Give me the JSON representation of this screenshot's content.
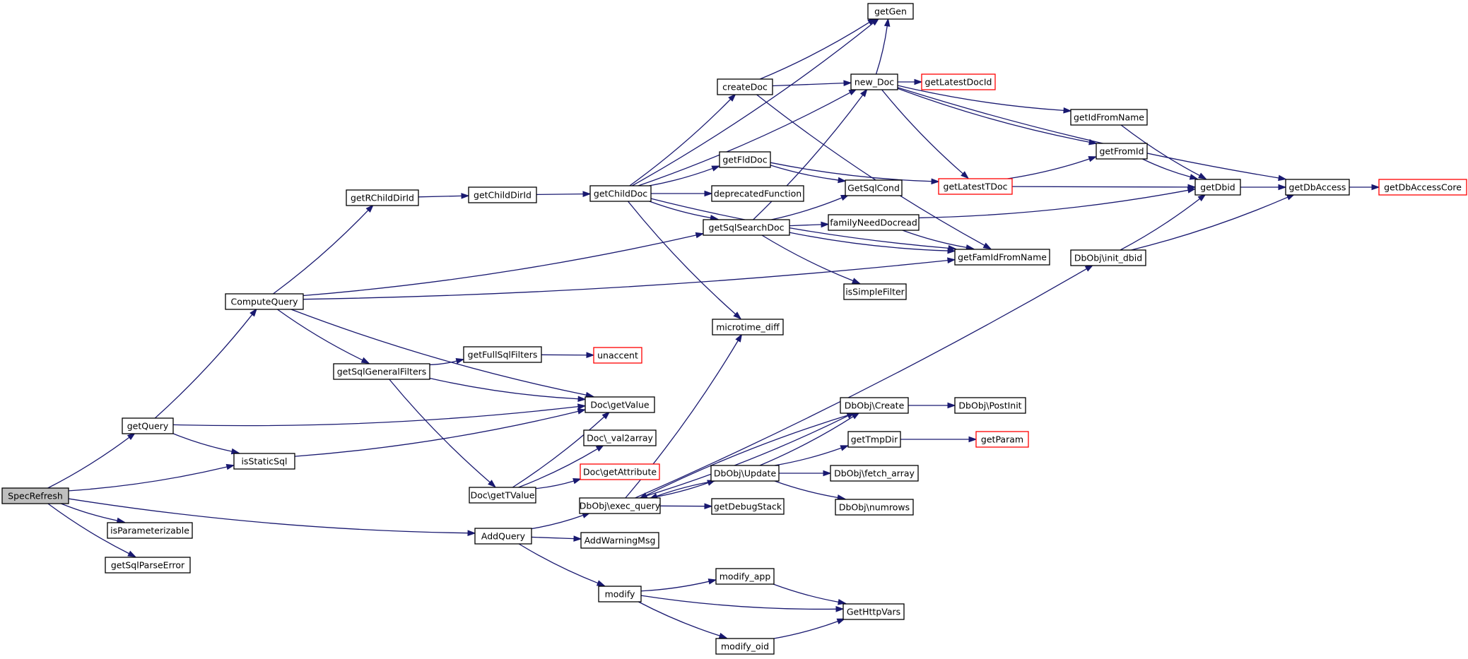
{
  "colors": {
    "edge": "#191970",
    "node_border": "#000000",
    "external_border": "#ff0000",
    "root_fill": "#bfbfbf"
  },
  "nodes": [
    {
      "id": "SpecRefresh",
      "label": "SpecRefresh",
      "root": true
    },
    {
      "id": "getQuery",
      "label": "getQuery"
    },
    {
      "id": "isStaticSql",
      "label": "isStaticSql"
    },
    {
      "id": "isParameterizable",
      "label": "isParameterizable"
    },
    {
      "id": "getSqlParseError",
      "label": "getSqlParseError"
    },
    {
      "id": "AddQuery",
      "label": "AddQuery"
    },
    {
      "id": "ComputeQuery",
      "label": "ComputeQuery"
    },
    {
      "id": "getRChildDirId",
      "label": "getRChildDirId"
    },
    {
      "id": "getChildDirId",
      "label": "getChildDirId"
    },
    {
      "id": "getChildDoc",
      "label": "getChildDoc"
    },
    {
      "id": "createDoc",
      "label": "createDoc"
    },
    {
      "id": "getFldDoc",
      "label": "getFldDoc"
    },
    {
      "id": "deprecatedFunction",
      "label": "deprecatedFunction"
    },
    {
      "id": "getSqlSearchDoc",
      "label": "getSqlSearchDoc"
    },
    {
      "id": "microtime_diff",
      "label": "microtime_diff"
    },
    {
      "id": "getGen",
      "label": "getGen"
    },
    {
      "id": "new_Doc",
      "label": "new_Doc"
    },
    {
      "id": "getLatestDocId",
      "label": "getLatestDocId",
      "external": true
    },
    {
      "id": "getIdFromName",
      "label": "getIdFromName"
    },
    {
      "id": "getFromId",
      "label": "getFromId"
    },
    {
      "id": "getLatestTDoc",
      "label": "getLatestTDoc",
      "external": true
    },
    {
      "id": "GetSqlCond",
      "label": "GetSqlCond"
    },
    {
      "id": "familyNeedDocread",
      "label": "familyNeedDocread"
    },
    {
      "id": "getFamIdFromName",
      "label": "getFamIdFromName"
    },
    {
      "id": "isSimpleFilter",
      "label": "isSimpleFilter"
    },
    {
      "id": "getDbid",
      "label": "getDbid"
    },
    {
      "id": "getDbAccess",
      "label": "getDbAccess"
    },
    {
      "id": "getDbAccessCore",
      "label": "getDbAccessCore",
      "external": true
    },
    {
      "id": "init_dbid",
      "label": "DbObj\\init_dbid"
    },
    {
      "id": "getSqlGeneralFilters",
      "label": "getSqlGeneralFilters"
    },
    {
      "id": "getFullSqlFilters",
      "label": "getFullSqlFilters"
    },
    {
      "id": "unaccent",
      "label": "unaccent",
      "external": true
    },
    {
      "id": "DocGetValue",
      "label": "Doc\\getValue"
    },
    {
      "id": "DocVal2array",
      "label": "Doc\\_val2array"
    },
    {
      "id": "DocGetAttribute",
      "label": "Doc\\getAttribute",
      "external": true
    },
    {
      "id": "DocGetTValue",
      "label": "Doc\\getTValue"
    },
    {
      "id": "DbObjCreate",
      "label": "DbObj\\Create"
    },
    {
      "id": "DbObjPostInit",
      "label": "DbObj\\PostInit"
    },
    {
      "id": "getTmpDir",
      "label": "getTmpDir"
    },
    {
      "id": "getParam",
      "label": "getParam",
      "external": true
    },
    {
      "id": "DbObjUpdate",
      "label": "DbObj\\Update"
    },
    {
      "id": "DbObjFetchArray",
      "label": "DbObj\\fetch_array"
    },
    {
      "id": "DbObjExecQuery",
      "label": "DbObj\\exec_query"
    },
    {
      "id": "getDebugStack",
      "label": "getDebugStack"
    },
    {
      "id": "DbObjNumrows",
      "label": "DbObj\\numrows"
    },
    {
      "id": "AddWarningMsg",
      "label": "AddWarningMsg"
    },
    {
      "id": "modify",
      "label": "modify"
    },
    {
      "id": "modify_app",
      "label": "modify_app"
    },
    {
      "id": "GetHttpVars",
      "label": "GetHttpVars"
    },
    {
      "id": "modify_oid",
      "label": "modify_oid"
    }
  ],
  "edges": [
    [
      "SpecRefresh",
      "getQuery"
    ],
    [
      "SpecRefresh",
      "isStaticSql"
    ],
    [
      "SpecRefresh",
      "isParameterizable"
    ],
    [
      "SpecRefresh",
      "getSqlParseError"
    ],
    [
      "SpecRefresh",
      "AddQuery"
    ],
    [
      "getQuery",
      "ComputeQuery"
    ],
    [
      "getQuery",
      "isStaticSql"
    ],
    [
      "getQuery",
      "DocGetValue"
    ],
    [
      "isStaticSql",
      "DocGetValue"
    ],
    [
      "ComputeQuery",
      "getRChildDirId"
    ],
    [
      "ComputeQuery",
      "getSqlSearchDoc"
    ],
    [
      "ComputeQuery",
      "getSqlGeneralFilters"
    ],
    [
      "ComputeQuery",
      "DocGetValue"
    ],
    [
      "ComputeQuery",
      "getFamIdFromName"
    ],
    [
      "getRChildDirId",
      "getChildDirId"
    ],
    [
      "getChildDirId",
      "getChildDoc"
    ],
    [
      "getChildDoc",
      "getGen"
    ],
    [
      "getChildDoc",
      "createDoc"
    ],
    [
      "getChildDoc",
      "new_Doc"
    ],
    [
      "getChildDoc",
      "getFldDoc"
    ],
    [
      "getChildDoc",
      "deprecatedFunction"
    ],
    [
      "getChildDoc",
      "getSqlSearchDoc"
    ],
    [
      "getChildDoc",
      "microtime_diff"
    ],
    [
      "getChildDoc",
      "getFamIdFromName"
    ],
    [
      "createDoc",
      "getGen"
    ],
    [
      "createDoc",
      "new_Doc"
    ],
    [
      "createDoc",
      "getFamIdFromName"
    ],
    [
      "new_Doc",
      "getGen"
    ],
    [
      "new_Doc",
      "getLatestDocId"
    ],
    [
      "new_Doc",
      "getIdFromName"
    ],
    [
      "new_Doc",
      "getFromId"
    ],
    [
      "new_Doc",
      "getLatestTDoc"
    ],
    [
      "new_Doc",
      "getDbAccess"
    ],
    [
      "getFldDoc",
      "getLatestTDoc"
    ],
    [
      "getFldDoc",
      "GetSqlCond"
    ],
    [
      "getSqlSearchDoc",
      "new_Doc"
    ],
    [
      "getSqlSearchDoc",
      "GetSqlCond"
    ],
    [
      "getSqlSearchDoc",
      "familyNeedDocread"
    ],
    [
      "getSqlSearchDoc",
      "getFamIdFromName"
    ],
    [
      "getSqlSearchDoc",
      "isSimpleFilter"
    ],
    [
      "familyNeedDocread",
      "getDbid"
    ],
    [
      "familyNeedDocread",
      "getFamIdFromName"
    ],
    [
      "getIdFromName",
      "getDbid"
    ],
    [
      "getFromId",
      "getDbid"
    ],
    [
      "getLatestTDoc",
      "getFromId"
    ],
    [
      "getLatestTDoc",
      "getDbid"
    ],
    [
      "getDbid",
      "getDbAccess"
    ],
    [
      "getDbAccess",
      "getDbAccessCore"
    ],
    [
      "init_dbid",
      "getDbid"
    ],
    [
      "init_dbid",
      "getDbAccess"
    ],
    [
      "getSqlGeneralFilters",
      "getFullSqlFilters"
    ],
    [
      "getSqlGeneralFilters",
      "DocGetValue"
    ],
    [
      "getSqlGeneralFilters",
      "DocGetTValue"
    ],
    [
      "getFullSqlFilters",
      "unaccent"
    ],
    [
      "DocGetTValue",
      "DocGetValue"
    ],
    [
      "DocGetTValue",
      "DocVal2array"
    ],
    [
      "DocGetTValue",
      "DocGetAttribute"
    ],
    [
      "AddQuery",
      "DbObjExecQuery"
    ],
    [
      "AddQuery",
      "AddWarningMsg"
    ],
    [
      "AddQuery",
      "modify"
    ],
    [
      "DbObjExecQuery",
      "microtime_diff"
    ],
    [
      "DbObjExecQuery",
      "DbObjCreate"
    ],
    [
      "DbObjExecQuery",
      "DbObjUpdate"
    ],
    [
      "DbObjExecQuery",
      "getDebugStack"
    ],
    [
      "DbObjExecQuery",
      "init_dbid"
    ],
    [
      "DbObjCreate",
      "DbObjPostInit"
    ],
    [
      "DbObjCreate",
      "DbObjExecQuery"
    ],
    [
      "DbObjUpdate",
      "DbObjCreate"
    ],
    [
      "DbObjUpdate",
      "getTmpDir"
    ],
    [
      "DbObjUpdate",
      "DbObjFetchArray"
    ],
    [
      "DbObjUpdate",
      "DbObjNumrows"
    ],
    [
      "DbObjUpdate",
      "DbObjExecQuery"
    ],
    [
      "getTmpDir",
      "getParam"
    ],
    [
      "modify",
      "modify_app"
    ],
    [
      "modify",
      "GetHttpVars"
    ],
    [
      "modify",
      "modify_oid"
    ],
    [
      "modify_app",
      "GetHttpVars"
    ],
    [
      "modify_oid",
      "GetHttpVars"
    ]
  ]
}
